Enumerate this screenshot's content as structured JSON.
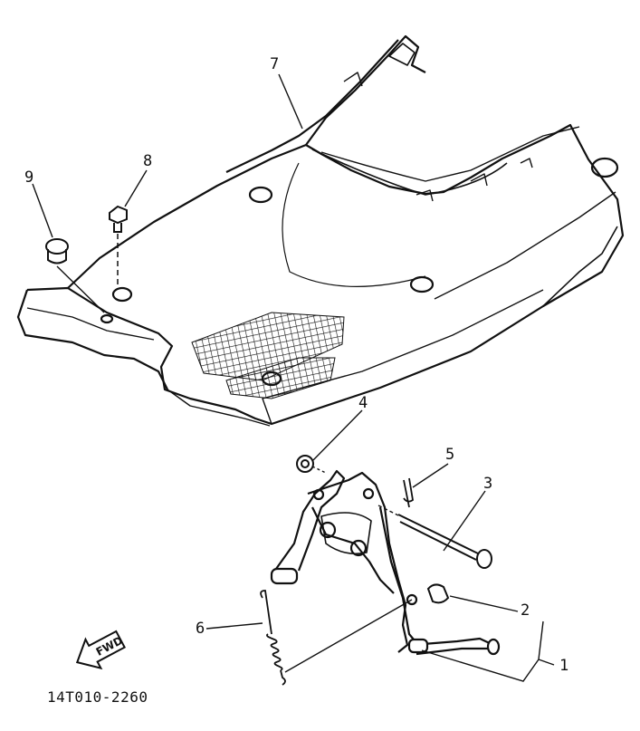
{
  "diagram": {
    "part_labels": [
      {
        "id": "p7",
        "text": "7"
      },
      {
        "id": "p8",
        "text": "8"
      },
      {
        "id": "p9",
        "text": "9"
      },
      {
        "id": "p4",
        "text": "4"
      },
      {
        "id": "p5",
        "text": "5"
      },
      {
        "id": "p3",
        "text": "3"
      },
      {
        "id": "p2",
        "text": "2"
      },
      {
        "id": "p6",
        "text": "6"
      },
      {
        "id": "p1",
        "text": "1"
      }
    ],
    "fwd_text": "FWD",
    "drawing_code": "14T010-2260"
  }
}
